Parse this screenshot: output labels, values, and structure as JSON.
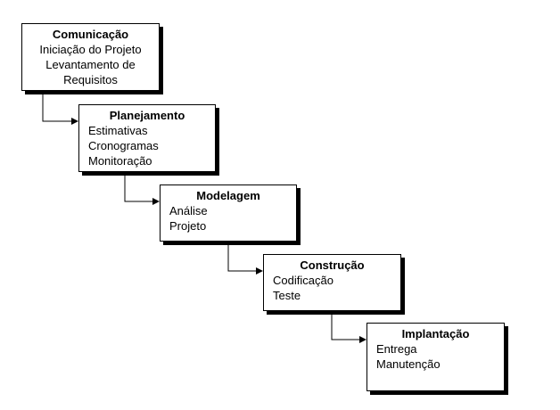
{
  "phases": [
    {
      "title": "Comunicação",
      "lines": [
        "Iniciação do Projeto",
        "Levantamento de",
        "Requisitos"
      ]
    },
    {
      "title": "Planejamento",
      "lines": [
        "Estimativas",
        "Cronogramas",
        "Monitoração"
      ]
    },
    {
      "title": "Modelagem",
      "lines": [
        "Análise",
        "Projeto"
      ]
    },
    {
      "title": "Construção",
      "lines": [
        "Codificação",
        "Teste"
      ]
    },
    {
      "title": "Implantação",
      "lines": [
        "Entrega",
        "Manutenção"
      ]
    }
  ]
}
